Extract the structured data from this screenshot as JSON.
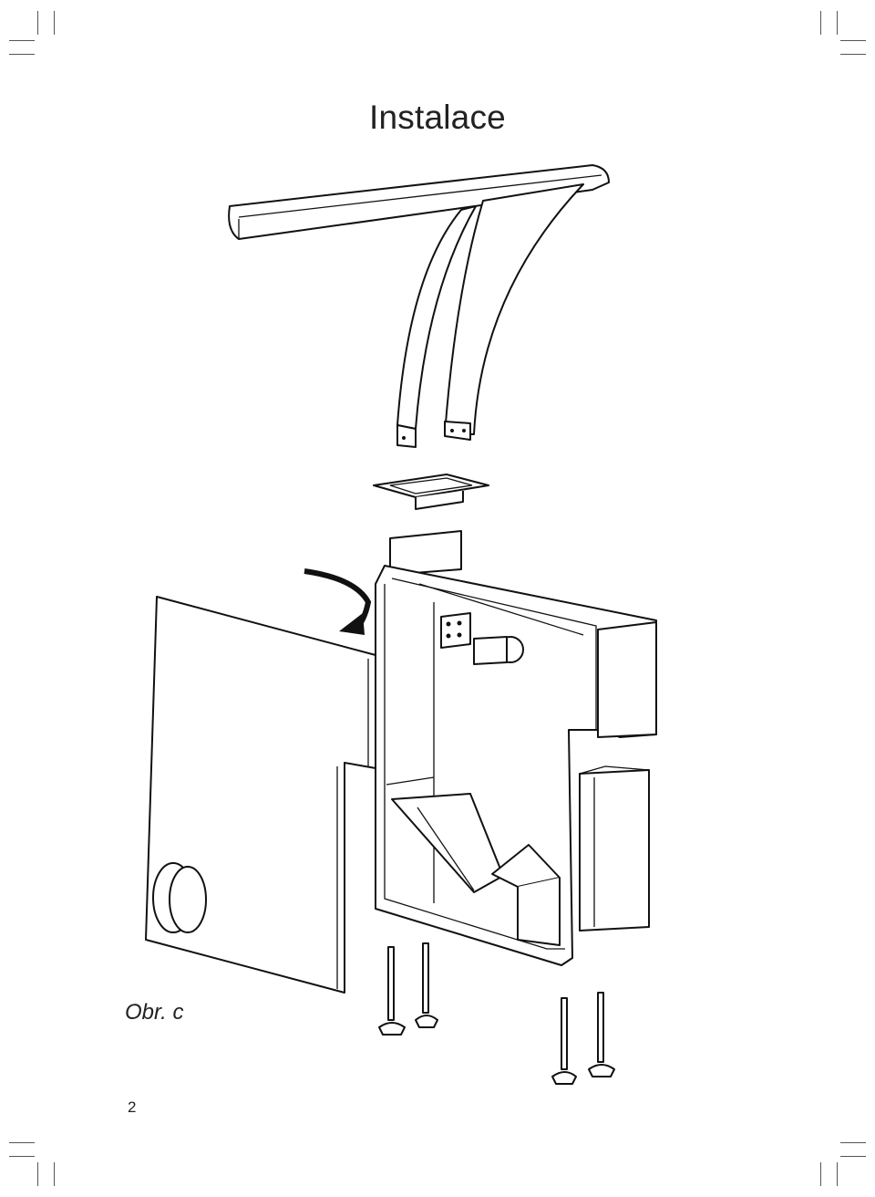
{
  "page": {
    "title": "Instalace",
    "figure_caption": "Obr. c",
    "page_number": "2"
  }
}
